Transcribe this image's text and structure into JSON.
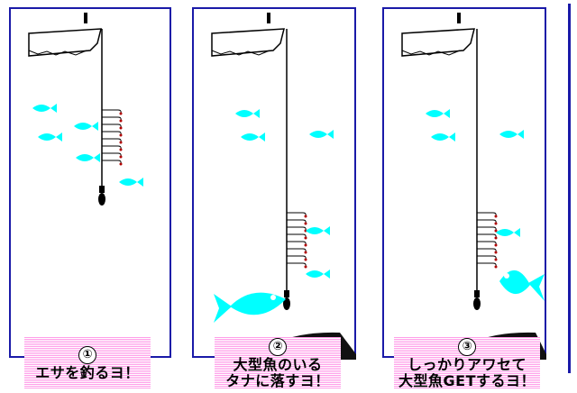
{
  "steps": [
    {
      "number": "①",
      "lines": [
        "エサを釣るヨ！"
      ]
    },
    {
      "number": "②",
      "lines": [
        "大型魚のいる",
        "タナに落すヨ！"
      ]
    },
    {
      "number": "③",
      "lines": [
        "しっかりアワセて",
        "大型魚GETするヨ！"
      ]
    }
  ],
  "colors": {
    "frame": "#1a1aa8",
    "fish": "#00ffff",
    "caption_bg": "#ff9ee9",
    "rock": "#111111"
  },
  "icons": [
    "fishing-rod-icon",
    "small-fish-icon",
    "big-fish-icon",
    "sinker-icon",
    "hook-icon",
    "rock-icon"
  ]
}
